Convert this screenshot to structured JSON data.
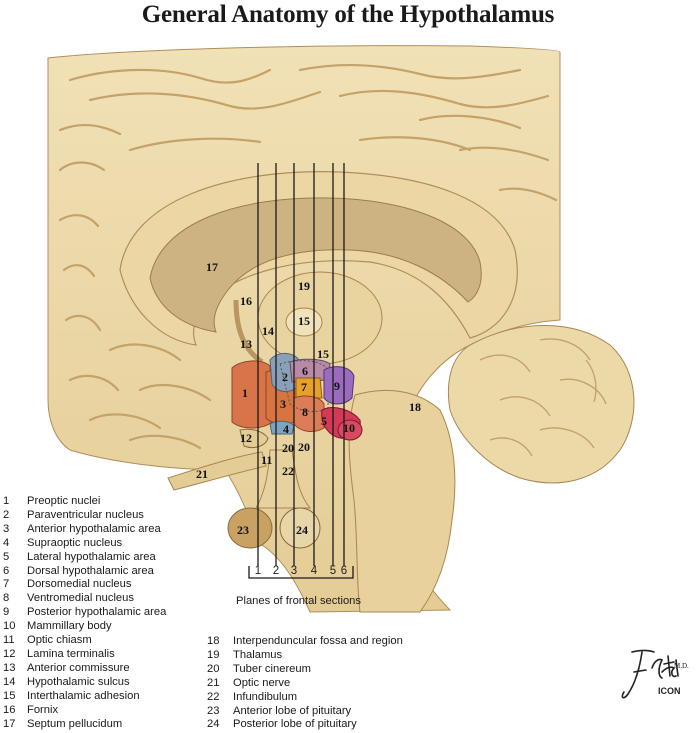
{
  "title": "General Anatomy of the Hypothalamus",
  "planes": {
    "numbers": [
      "1",
      "2",
      "3",
      "4",
      "5",
      "6"
    ],
    "caption": "Planes of frontal sections"
  },
  "labels": {
    "l1": "1",
    "l2": "2",
    "l3": "3",
    "l4": "4",
    "l5": "5",
    "l6": "6",
    "l7": "7",
    "l8": "8",
    "l9": "9",
    "l10": "10",
    "l11": "11",
    "l12": "12",
    "l13": "13",
    "l14": "14",
    "l15a": "15",
    "l15b": "15",
    "l16": "16",
    "l17": "17",
    "l18": "18",
    "l19": "19",
    "l20a": "20",
    "l20b": "20",
    "l21": "21",
    "l22": "22",
    "l23": "23",
    "l24": "24"
  },
  "legend": [
    {
      "n": "1",
      "text": "Preoptic nuclei"
    },
    {
      "n": "2",
      "text": "Paraventricular nucleus"
    },
    {
      "n": "3",
      "text": "Anterior hypothalamic area"
    },
    {
      "n": "4",
      "text": "Supraoptic nucleus"
    },
    {
      "n": "5",
      "text": "Lateral hypothalamic area"
    },
    {
      "n": "6",
      "text": "Dorsal hypothalamic area"
    },
    {
      "n": "7",
      "text": "Dorsomedial nucleus"
    },
    {
      "n": "8",
      "text": "Ventromedial nucleus"
    },
    {
      "n": "9",
      "text": "Posterior hypothalamic area"
    },
    {
      "n": "10",
      "text": "Mammillary body"
    },
    {
      "n": "11",
      "text": "Optic chiasm"
    },
    {
      "n": "12",
      "text": "Lamina terminalis"
    },
    {
      "n": "13",
      "text": "Anterior commissure"
    },
    {
      "n": "14",
      "text": "Hypothalamic sulcus"
    },
    {
      "n": "15",
      "text": "Interthalamic adhesion"
    },
    {
      "n": "16",
      "text": "Fornix"
    },
    {
      "n": "17",
      "text": "Septum pellucidum"
    },
    {
      "n": "18",
      "text": "Interpenduncular fossa and region"
    },
    {
      "n": "19",
      "text": "Thalamus"
    },
    {
      "n": "20",
      "text": "Tuber cinereum"
    },
    {
      "n": "21",
      "text": "Optic nerve"
    },
    {
      "n": "22",
      "text": "Infundibulum"
    },
    {
      "n": "23",
      "text": "Anterior lobe of pituitary"
    },
    {
      "n": "24",
      "text": "Posterior lobe of pituitary"
    }
  ],
  "signature": {
    "lines": [
      "F. Netter",
      "M.D."
    ],
    "mark": "ICON"
  },
  "colors": {
    "tissue": "#ecd9a8",
    "tissue_dark": "#d4b77e",
    "ventricle": "#cdb282",
    "outline": "#8a6a3c",
    "preoptic": "#d9744a",
    "anterior": "#d7743f",
    "ventromedial": "#dd7c56",
    "dorsomedial": "#e7a12b",
    "paraventricular": "#8aa0b8",
    "posterior": "#9b6bc0",
    "mammillary": "#d23a55"
  }
}
